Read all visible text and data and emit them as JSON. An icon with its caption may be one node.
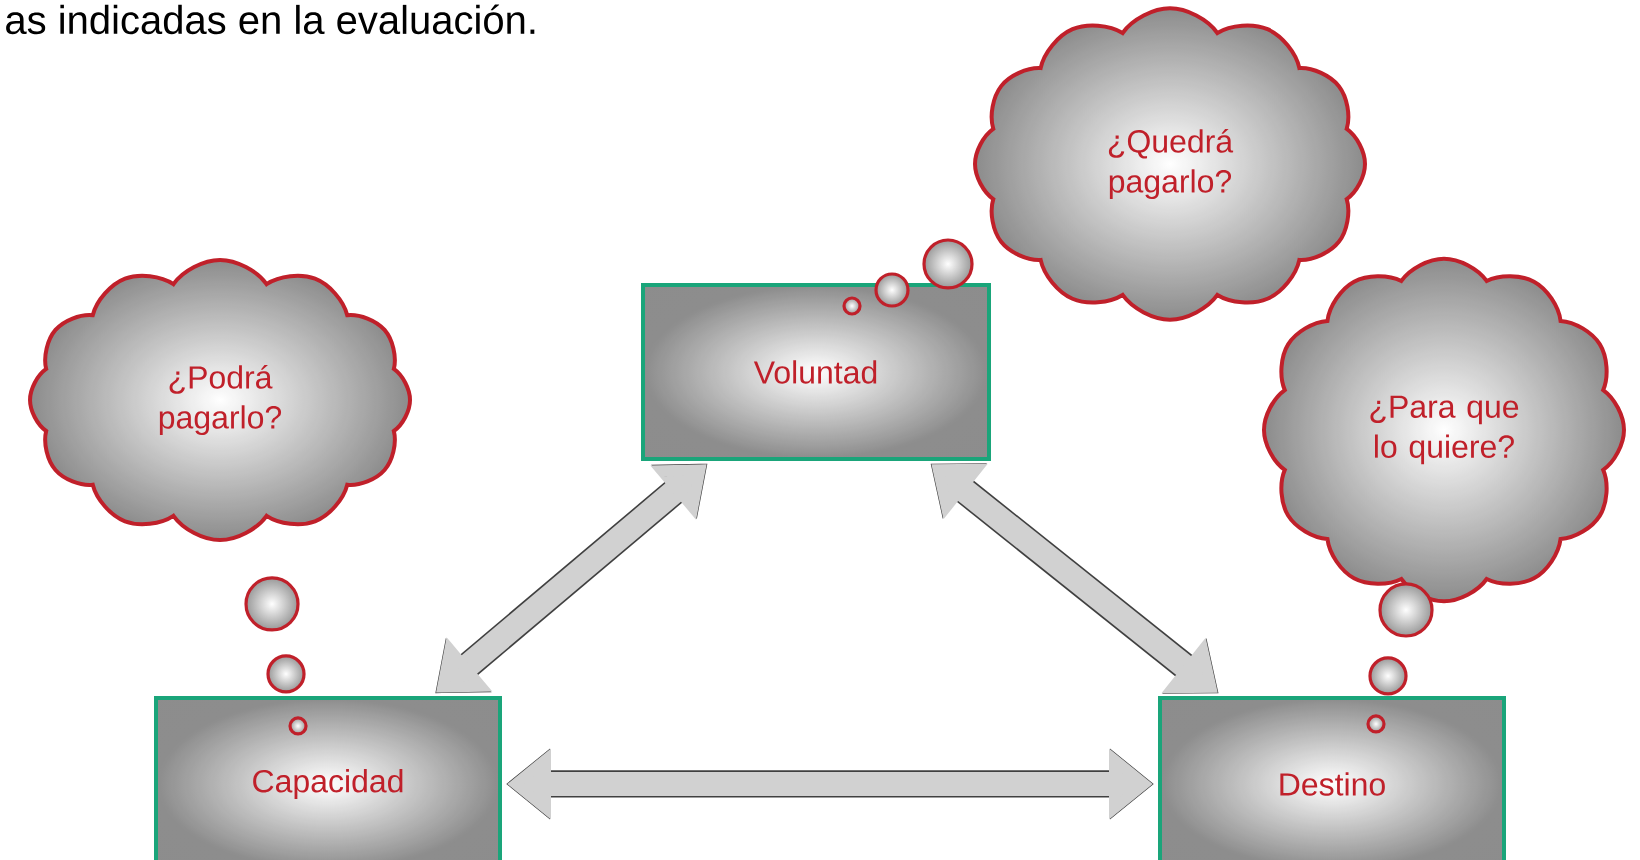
{
  "diagram": {
    "nodes": [
      {
        "text": [
          "Capacidad"
        ]
      },
      {
        "text": [
          "Voluntad"
        ]
      },
      {
        "text": [
          "Destino"
        ]
      },
      {
        "text": [
          "¿Podrá pagarlo?"
        ]
      },
      {
        "text": [
          "¿Quedrá pagarlo?"
        ]
      },
      {
        "text": [
          "¿Para que lo quiere?"
        ]
      }
    ],
    "edges": [
      {
        "from": 0,
        "to": 1,
        "arrow": "both"
      },
      {
        "from": 1,
        "to": 2,
        "arrow": "both"
      },
      {
        "from": 0,
        "to": 2,
        "arrow": "both"
      }
    ],
    "labels": [
      "as indicadas en la evaluación."
    ]
  }
}
